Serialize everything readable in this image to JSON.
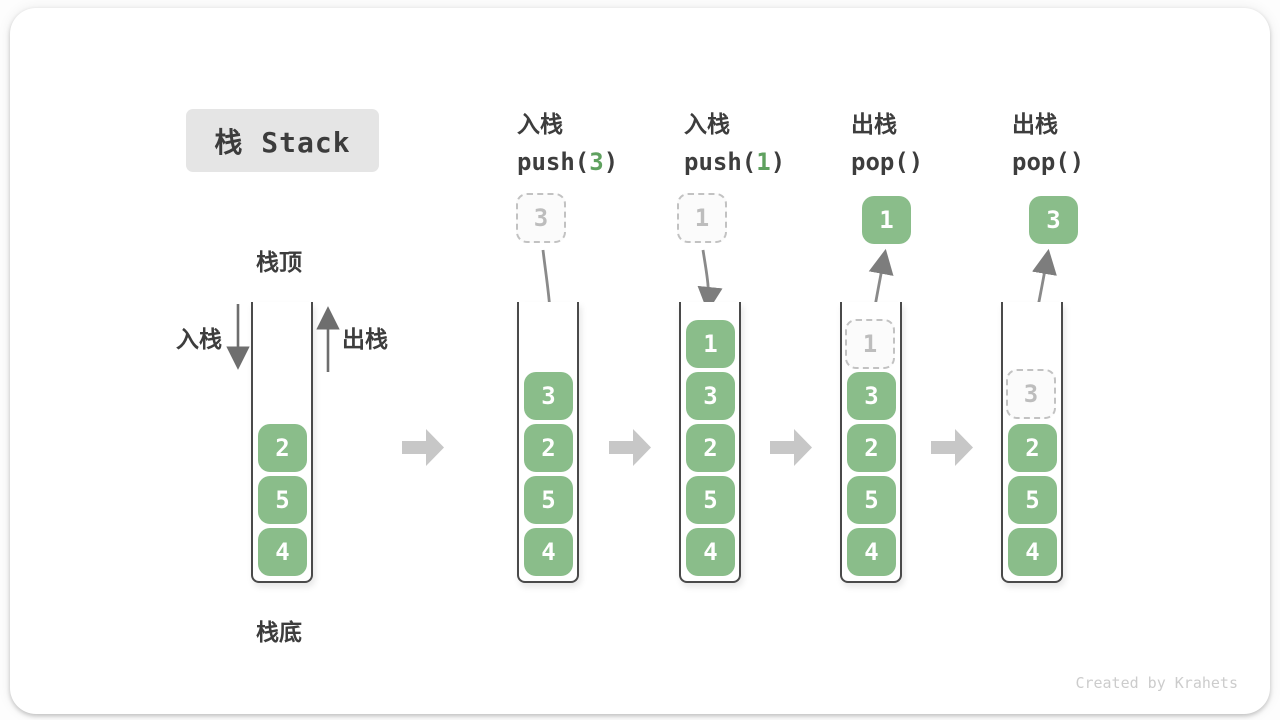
{
  "title": "栈 Stack",
  "labels": {
    "stack_top": "栈顶",
    "stack_bottom": "栈底",
    "push_side": "入栈",
    "pop_side": "出栈"
  },
  "operations": [
    {
      "title": "入栈",
      "code_open": "push(",
      "arg": "3",
      "code_close": ")"
    },
    {
      "title": "入栈",
      "code_open": "push(",
      "arg": "1",
      "code_close": ")"
    },
    {
      "title": "出栈",
      "code_open": "pop(",
      "arg": "",
      "code_close": ")"
    },
    {
      "title": "出栈",
      "code_open": "pop(",
      "arg": "",
      "code_close": ")"
    }
  ],
  "floating": {
    "push3_value": "3",
    "push1_value": "1",
    "pop1_value": "1",
    "pop3_value": "3"
  },
  "stacks": [
    {
      "cells": [
        "2",
        "5",
        "4"
      ]
    },
    {
      "cells": [
        "3",
        "2",
        "5",
        "4"
      ]
    },
    {
      "cells": [
        "1",
        "3",
        "2",
        "5",
        "4"
      ]
    },
    {
      "ghost": "1",
      "cells": [
        "3",
        "2",
        "5",
        "4"
      ]
    },
    {
      "ghost": "3",
      "cells": [
        "2",
        "5",
        "4"
      ]
    }
  ],
  "watermark": "Created by Krahets",
  "colors": {
    "cell_green": "#8abd8a",
    "code_arg_green": "#5fa15f",
    "title_bg": "#e5e5e5",
    "text_dark": "#3d3d3d",
    "ghost_gray": "#c2c2c2",
    "arrow_gray": "#8a8a8a",
    "block_arrow_gray": "#c7c7c7"
  }
}
